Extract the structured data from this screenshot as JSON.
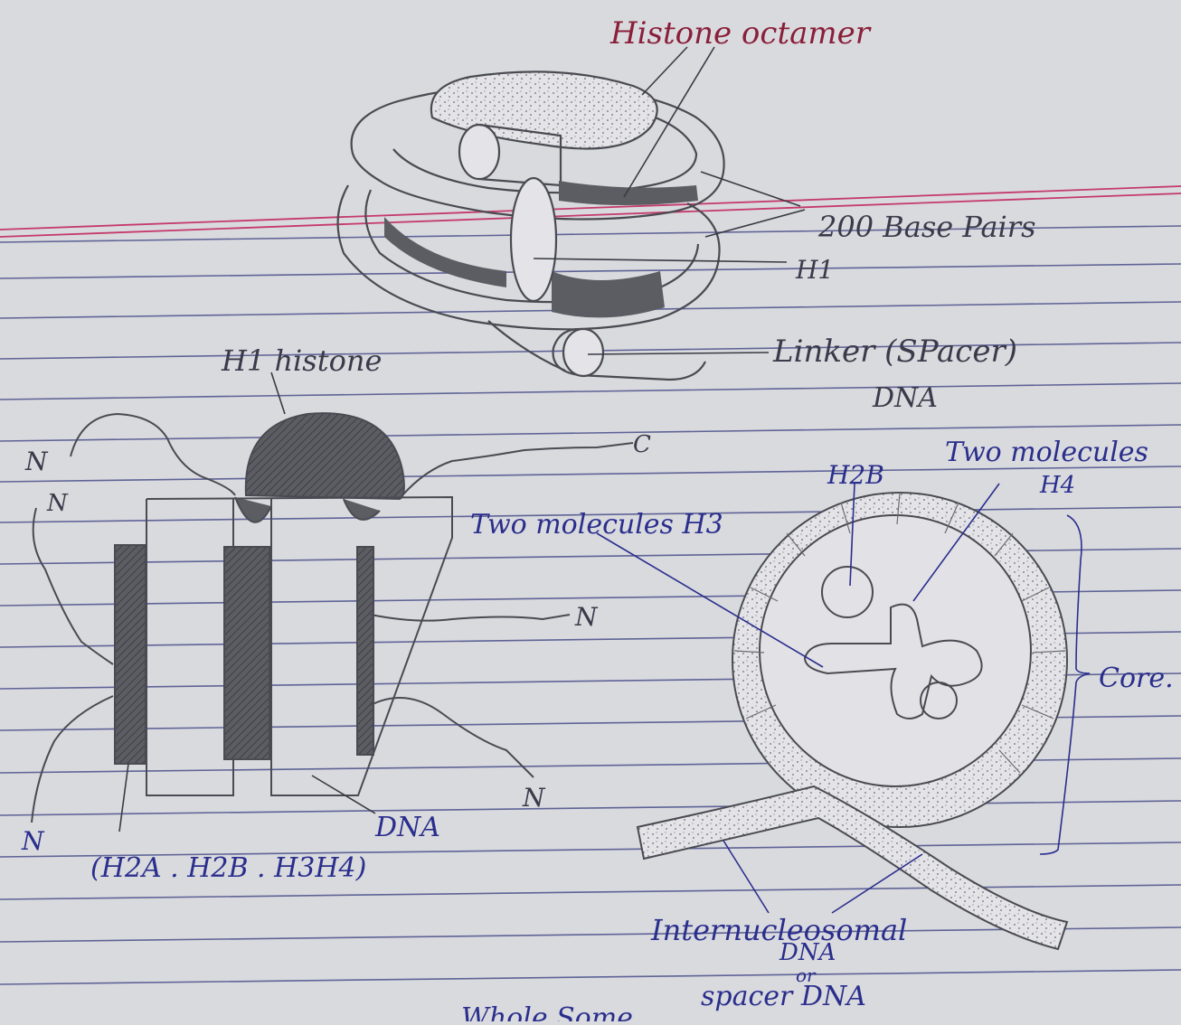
{
  "colors": {
    "paper": "#d9dade",
    "rule_lines": "#4a4f8a",
    "margin_line": "#c43a6a",
    "pencil": "#4a4a52",
    "pencil_shade": "#5c5c63",
    "pen_blue": "#2a2e8c",
    "pen_red": "#8a1f3a"
  },
  "top_diagram": {
    "title": "Histone octamer",
    "labels": {
      "base_pairs": "200 Base Pairs",
      "h1": "H1",
      "linker_line1": "Linker (SPacer)",
      "linker_line2": "DNA"
    }
  },
  "left_diagram": {
    "h1_histone": "H1 histone",
    "c_terminal": "C",
    "n_terminals": [
      "N",
      "N",
      "N",
      "N",
      "N"
    ],
    "dna": "DNA",
    "core_histones": "(H2A . H2B . H3H4)"
  },
  "right_diagram": {
    "h2b": "H2B",
    "h4_line1": "Two molecules",
    "h4_line2": "H4",
    "h3": "Two molecules H3",
    "core": "Core.",
    "internucleosomal_line1": "Internucleosomal",
    "internucleosomal_line2": "DNA",
    "internucleosomal_or": "or",
    "internucleosomal_line3": "spacer DNA"
  },
  "bottom_partial_text": "Whole Some"
}
